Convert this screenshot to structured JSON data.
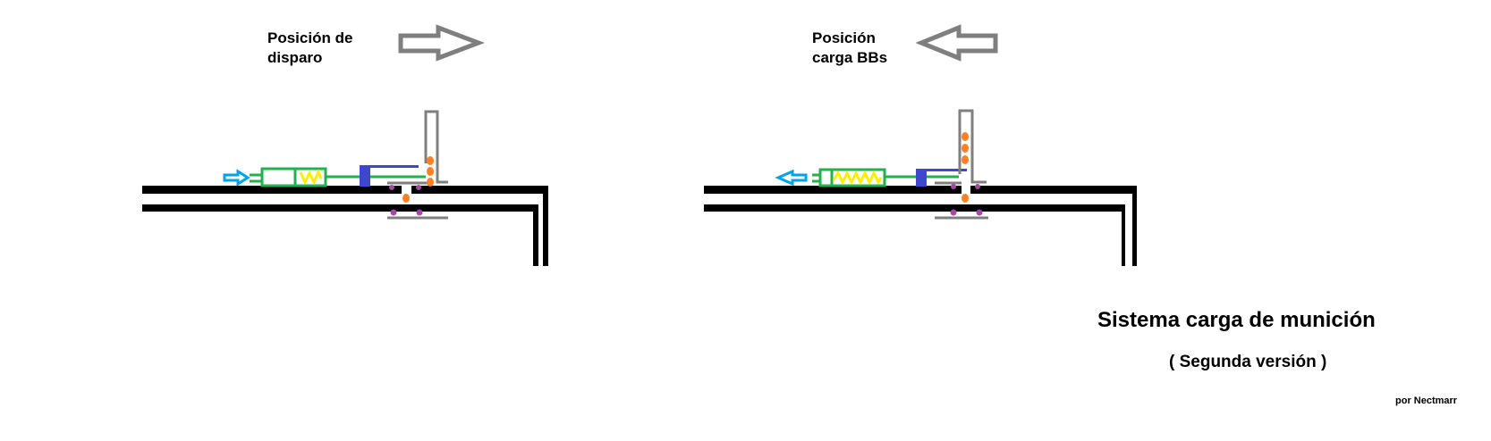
{
  "left_panel": {
    "label_line1": "Posición de",
    "label_line2": "disparo",
    "direction_icon": "arrow-right-outline",
    "air_direction_icon": "arrow-right"
  },
  "right_panel": {
    "label_line1": "Posición",
    "label_line2": "carga BBs",
    "direction_icon": "arrow-left-outline",
    "air_direction_icon": "arrow-left"
  },
  "title": "Sistema carga de munición",
  "subtitle": "( Segunda versión )",
  "author": "por Nectmarr",
  "colors": {
    "pipe": "#000000",
    "cylinder": "#22b14c",
    "spring": "#ffee00",
    "piston": "#3f48cc",
    "magazine": "#7f7f7f",
    "bb": "#ff7f27",
    "seal": "#a349a4",
    "air_arrow": "#00a2e8"
  }
}
